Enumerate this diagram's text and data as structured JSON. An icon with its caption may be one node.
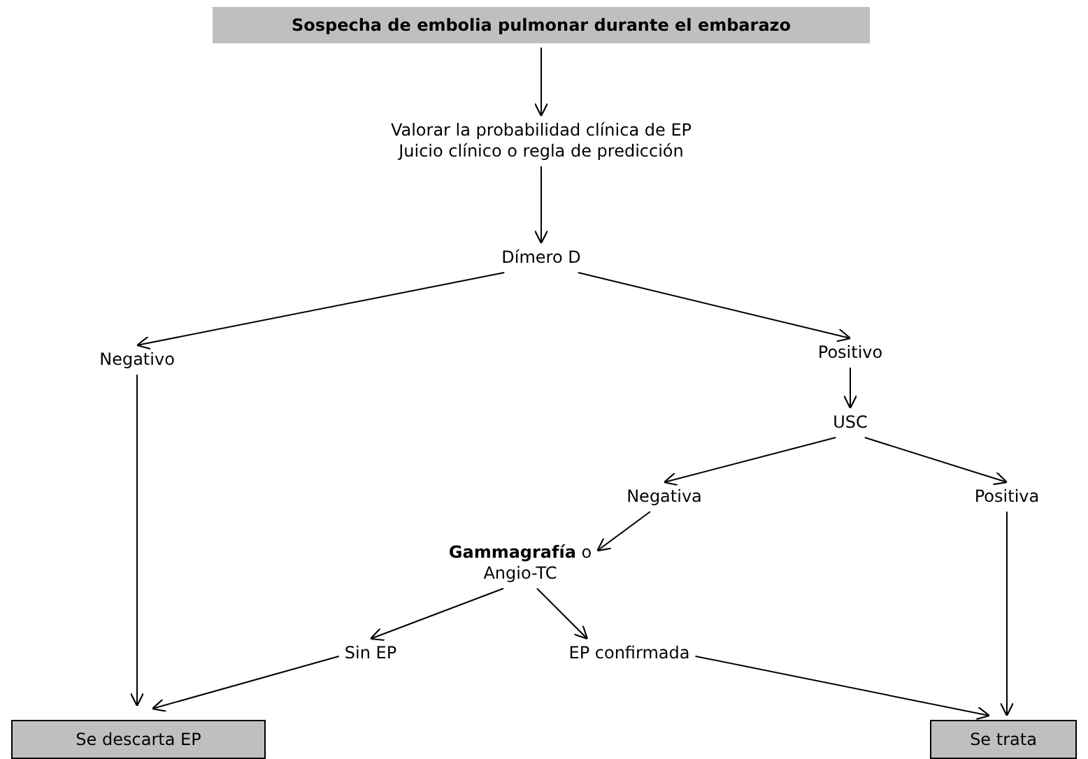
{
  "diagram": {
    "nodes": [
      {
        "text": [
          "Sospecha de embolia pulmonar durante el embarazo"
        ]
      },
      {
        "text": [
          "Valorar la probabilidad clínica de EP",
          "Juicio clínico o regla de predicción"
        ]
      },
      {
        "text": [
          "Dímero D"
        ]
      },
      {
        "text": [
          "Negativo"
        ]
      },
      {
        "text": [
          "Positivo"
        ]
      },
      {
        "text": [
          "USC"
        ]
      },
      {
        "text": [
          "Negativa"
        ]
      },
      {
        "text": [
          "Positiva"
        ]
      },
      {
        "text": [
          "**Gammagrafía** o Angio-TC"
        ]
      },
      {
        "text": [
          "Sin EP"
        ]
      },
      {
        "text": [
          "EP confirmada"
        ]
      },
      {
        "text": [
          "Se descarta EP"
        ]
      },
      {
        "text": [
          "Se trata"
        ]
      }
    ],
    "edges": [
      {
        "from": 0,
        "to": 1,
        "arrow": "to"
      },
      {
        "from": 1,
        "to": 2,
        "arrow": "to"
      },
      {
        "from": 2,
        "to": 3,
        "arrow": "to"
      },
      {
        "from": 2,
        "to": 4,
        "arrow": "to"
      },
      {
        "from": 4,
        "to": 5,
        "arrow": "to"
      },
      {
        "from": 5,
        "to": 6,
        "arrow": "to"
      },
      {
        "from": 5,
        "to": 7,
        "arrow": "to"
      },
      {
        "from": 6,
        "to": 8,
        "arrow": "to"
      },
      {
        "from": 8,
        "to": 9,
        "arrow": "to"
      },
      {
        "from": 8,
        "to": 10,
        "arrow": "to"
      },
      {
        "from": 3,
        "to": 11,
        "arrow": "to"
      },
      {
        "from": 9,
        "to": 11,
        "arrow": "to"
      },
      {
        "from": 10,
        "to": 12,
        "arrow": "to"
      },
      {
        "from": 7,
        "to": 12,
        "arrow": "to"
      }
    ]
  }
}
